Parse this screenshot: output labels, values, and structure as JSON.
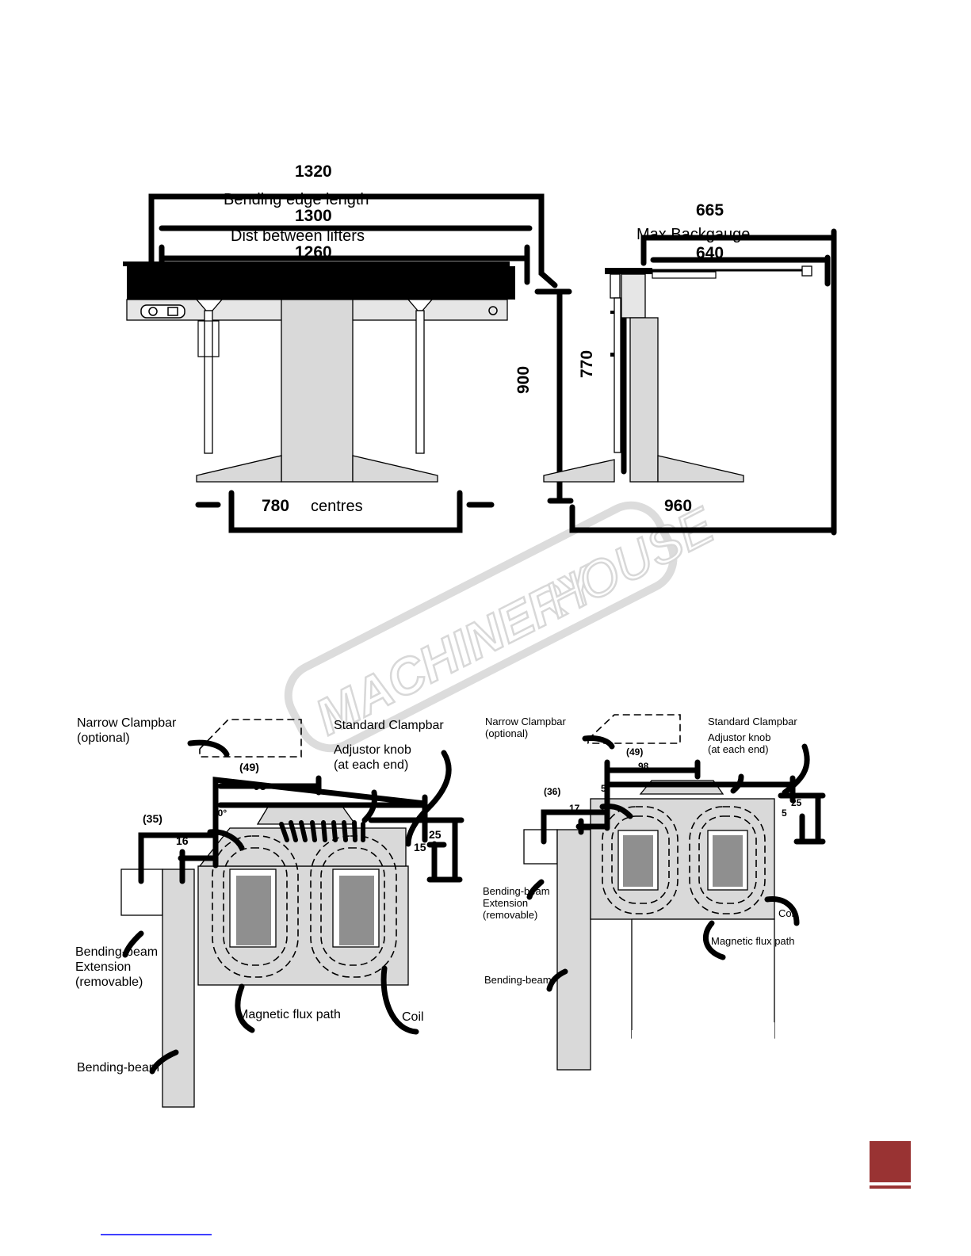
{
  "top_diagram": {
    "front_view": {
      "dim_overall": "1320",
      "label_bending_edge": "Bending edge length",
      "dim_bending_edge": "1300",
      "label_lifters": "Dist between lifters",
      "dim_lifters": "1260",
      "dim_centres": "780",
      "label_centres": "centres"
    },
    "height": {
      "dim_total": "900",
      "dim_table": "770"
    },
    "side_view": {
      "dim_backgauge": "665",
      "label_backgauge": "Max Backgauge",
      "dim_inner": "640",
      "dim_depth": "960"
    }
  },
  "watermark": {
    "brand_bold": "MACHINERY",
    "brand_light": "HOUSE"
  },
  "left_section": {
    "label_narrow_clampbar": "Narrow Clampbar",
    "label_narrow_optional": "(optional)",
    "label_standard_clampbar": "Standard Clampbar",
    "label_adjustor": "Adjustor knob",
    "label_adjustor_sub": "(at each end)",
    "label_extension_1": "Bending-beam",
    "label_extension_2": "Extension",
    "label_extension_3": "(removable)",
    "label_flux": "Magnetic flux path",
    "label_coil": "Coil",
    "label_beam": "Bending-beam",
    "dim_49": "(49)",
    "dim_98": "98",
    "dim_35": "(35)",
    "dim_16": "16",
    "dim_50deg": "50°",
    "dim_25": "25",
    "dim_15": "15"
  },
  "right_section": {
    "label_narrow_clampbar": "Narrow Clampbar",
    "label_narrow_optional": "(optional)",
    "label_standard_clampbar": "Standard Clampbar",
    "label_adjustor": "Adjustor knob",
    "label_adjustor_sub": "(at each end)",
    "label_extension_1": "Bending-beam",
    "label_extension_2": "Extension",
    "label_extension_3": "(removable)",
    "label_flux": "Magnetic flux path",
    "label_coil": "Coil",
    "label_beam": "Bending-beam",
    "dim_49": "(49)",
    "dim_98": "98",
    "dim_36": "(36)",
    "dim_17": "17",
    "dim_5": "5",
    "dim_25": "25",
    "dim_5b": "5"
  },
  "colors": {
    "page_tab": "#993333",
    "link_underline": "#0000ff",
    "grey_fill": "#d9d9d9"
  }
}
